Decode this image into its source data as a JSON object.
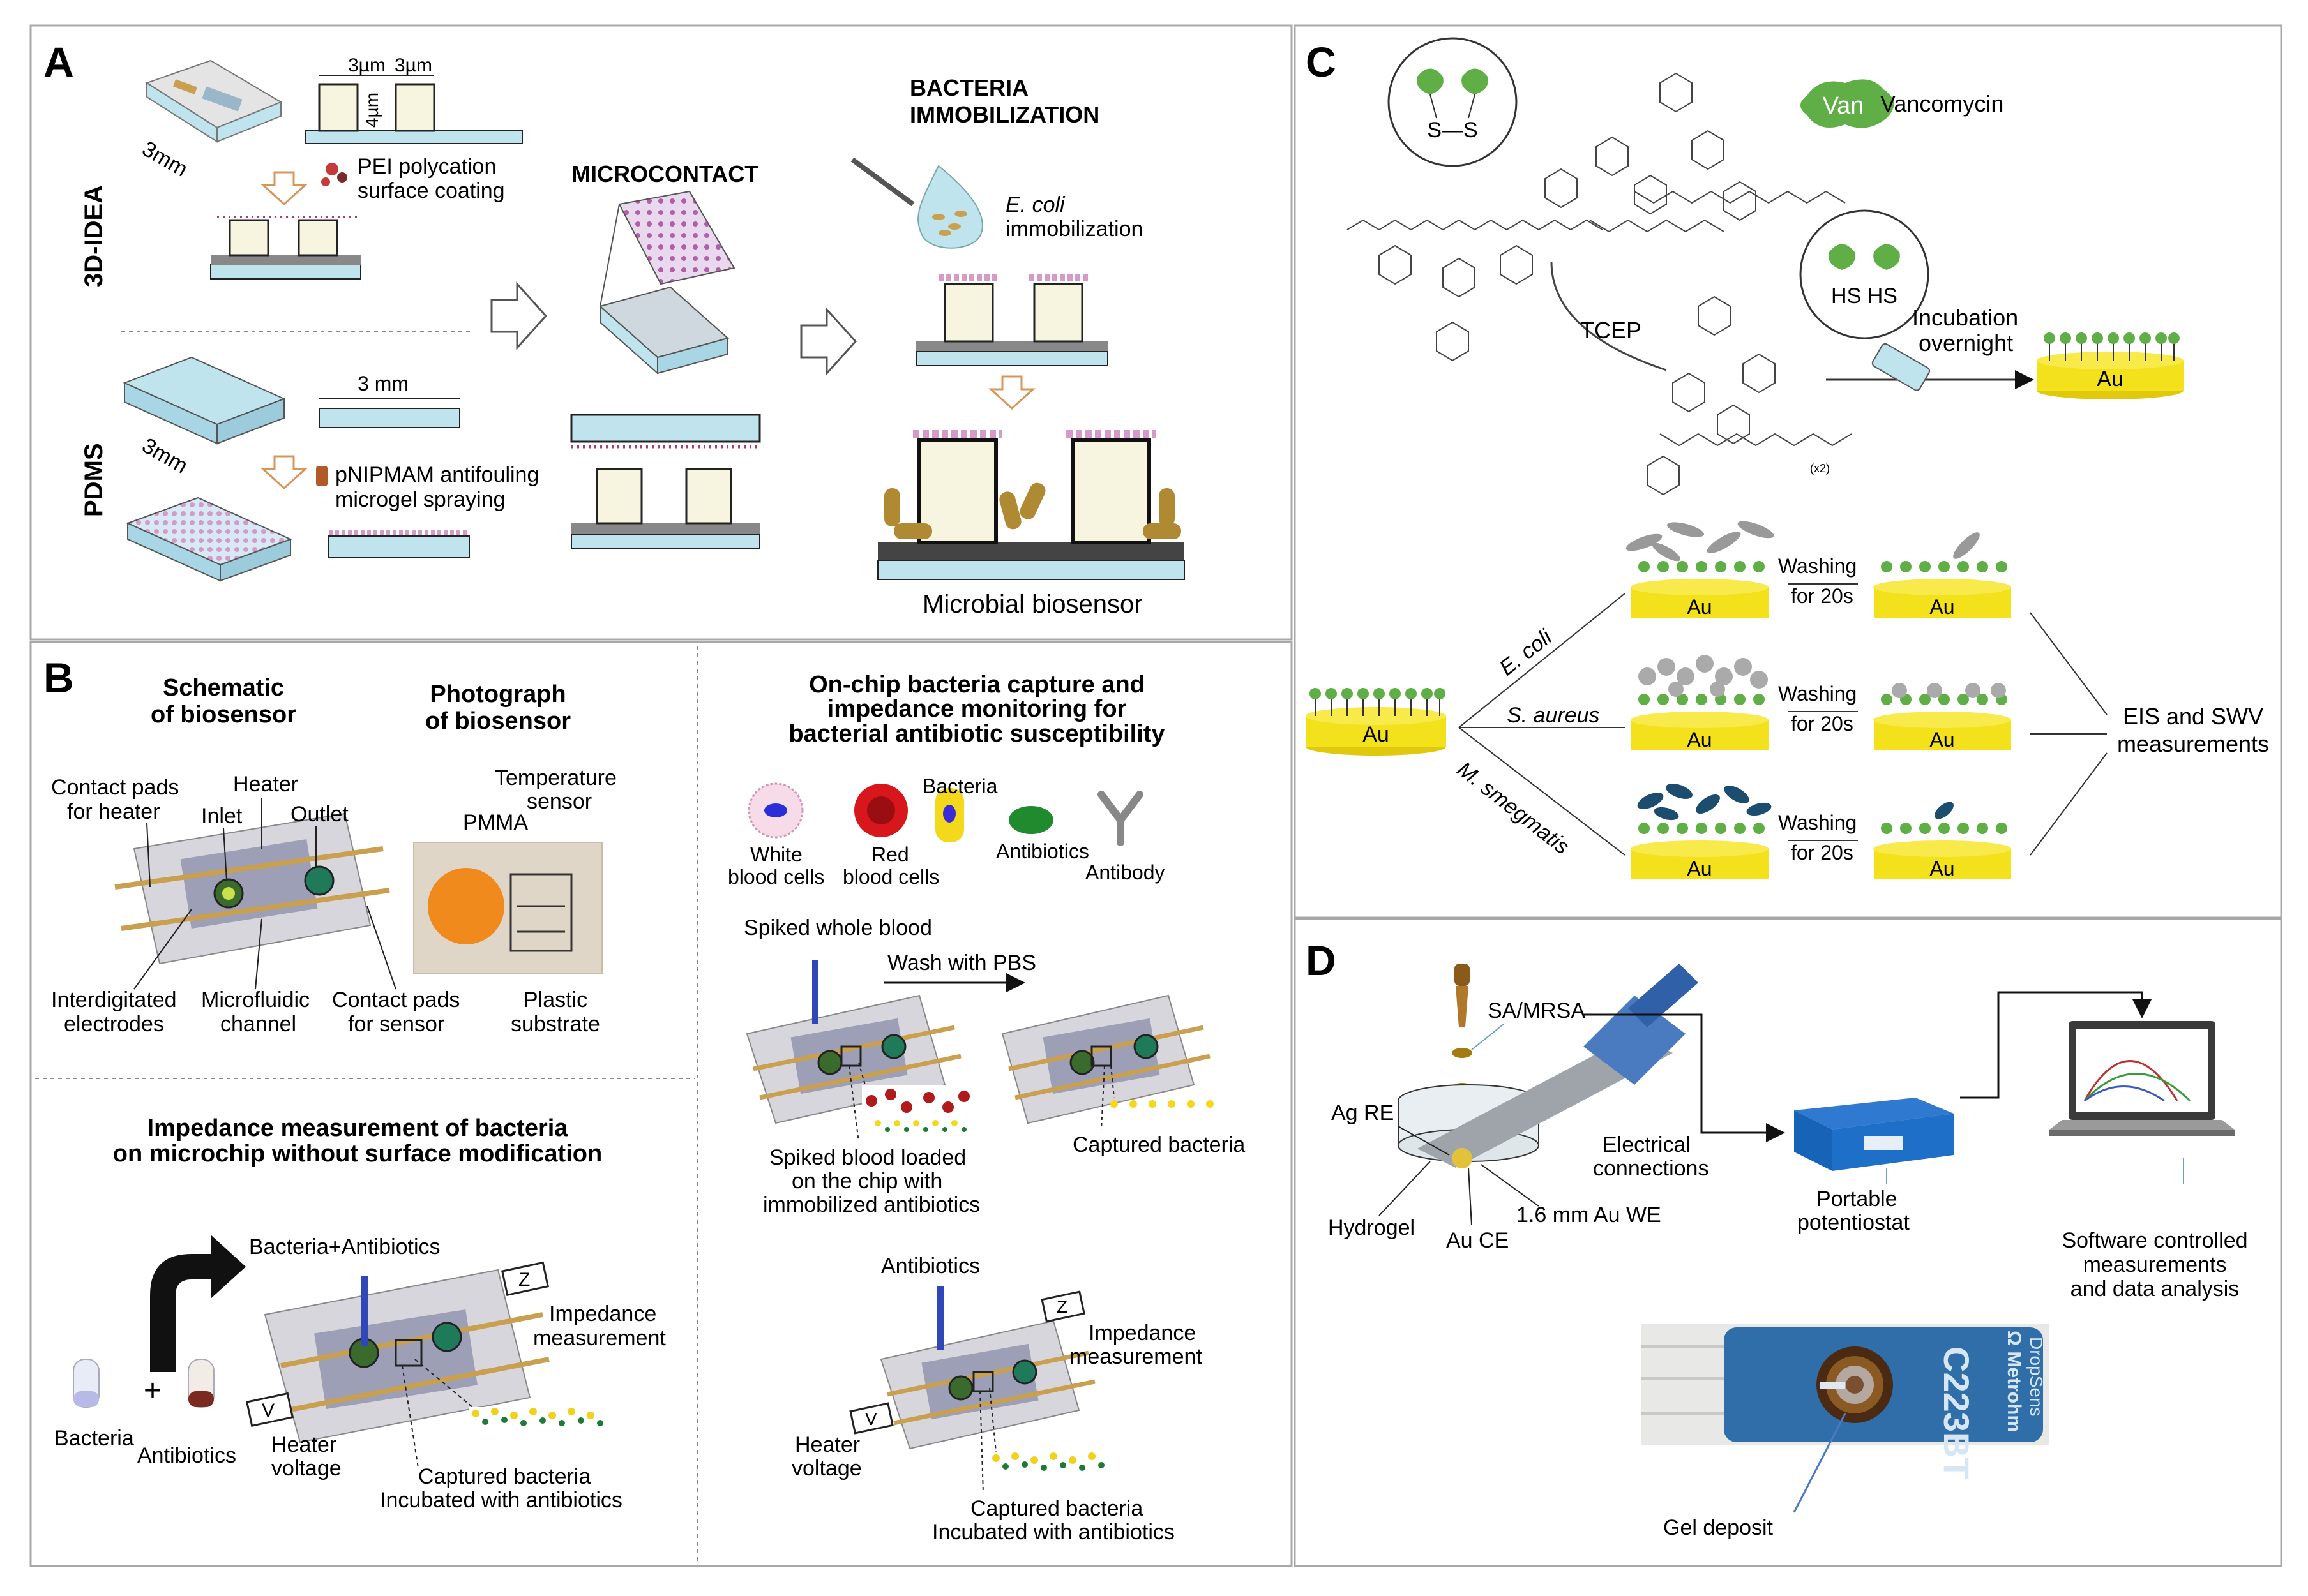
{
  "panel_a": {
    "letter": "A",
    "row_3d": "3D-IDEA",
    "row_pdms": "PDMS",
    "dim_3mm": "3mm",
    "dim_3um_a": "3µm",
    "dim_3um_b": "3µm",
    "dim_4um": "4µm",
    "pei_line1": "PEI polycation",
    "pei_line2": "surface coating",
    "dim_3_mm": "3 mm",
    "pnipmam_line1": "pNIPMAM antifouling",
    "pnipmam_line2": "microgel spraying",
    "microcontact": "MICROCONTACT",
    "bacteria_line1": "BACTERIA",
    "bacteria_line2": "IMMOBILIZATION",
    "ecoli_italic": "E. coli",
    "immobilization": "immobilization",
    "microbial_biosensor": "Microbial biosensor"
  },
  "panel_b": {
    "letter": "B",
    "schematic_line1": "Schematic",
    "schematic_line2": "of biosensor",
    "photo_line1": "Photograph",
    "photo_line2": "of biosensor",
    "contact_heater_1": "Contact pads",
    "contact_heater_2": "for heater",
    "heater": "Heater",
    "inlet": "Inlet",
    "outlet": "Outlet",
    "temp_1": "Temperature",
    "temp_2": "sensor",
    "pmma": "PMMA",
    "ide_1": "Interdigitated",
    "ide_2": "electrodes",
    "mf_1": "Microfluidic",
    "mf_2": "channel",
    "cps_1": "Contact pads",
    "cps_2": "for sensor",
    "plastic_1": "Plastic",
    "plastic_2": "substrate",
    "imp_title_1": "Impedance measurement of bacteria",
    "imp_title_2": "on microchip without surface modification",
    "bact_antibiotics": "Bacteria+Antibiotics",
    "impedance_1": "Impedance",
    "impedance_2": "measurement",
    "bacteria": "Bacteria",
    "antibiotics": "Antibiotics",
    "heater_v_1": "Heater",
    "heater_v_2": "voltage",
    "captured_1": "Captured bacteria",
    "captured_2": "Incubated with antibiotics",
    "onchip_1": "On-chip bacteria capture and",
    "onchip_2": "impedance monitoring for",
    "onchip_3": "bacterial antibiotic susceptibility",
    "legend_wbc_1": "White",
    "legend_wbc_2": "blood cells",
    "legend_rbc_1": "Red",
    "legend_rbc_2": "blood cells",
    "legend_bacteria": "Bacteria",
    "legend_antibiotics": "Antibiotics",
    "legend_antibody": "Antibody",
    "spiked": "Spiked whole blood",
    "wash": "Wash with PBS",
    "spiked_loaded_1": "Spiked blood loaded",
    "spiked_loaded_2": "on the chip with",
    "spiked_loaded_3": "immobilized antibiotics",
    "captured_bacteria": "Captured bacteria",
    "antibiotics_2": "Antibiotics",
    "impedance_3": "Impedance",
    "impedance_4": "measurement",
    "heater_v_3": "Heater",
    "heater_v_4": "voltage",
    "captured_3": "Captured bacteria",
    "captured_4": "Incubated with antibiotics",
    "v_label": "V",
    "z_label": "Z"
  },
  "panel_c": {
    "letter": "C",
    "van": "Van",
    "vancomycin": "Vancomycin",
    "ss": "S—S",
    "hs": "HS  HS",
    "tcep": "TCEP",
    "incub_1": "Incubation",
    "incub_2": "overnight",
    "x2": "(x2)",
    "au": "Au",
    "ecoli": "E. coli",
    "saureus": "S. aureus",
    "msmeg": "M. smegmatis",
    "washing": "Washing",
    "for20s": "for 20s",
    "eis_1": "EIS and SWV",
    "eis_2": "measurements"
  },
  "panel_d": {
    "letter": "D",
    "sa_mrsa": "SA/MRSA",
    "ag_re": "Ag RE",
    "hydrogel": "Hydrogel",
    "au_ce": "Au CE",
    "au_we": "1.6 mm Au WE",
    "elec_1": "Electrical",
    "elec_2": "connections",
    "port_1": "Portable",
    "port_2": "potentiostat",
    "soft_1": "Software controlled",
    "soft_2": "measurements",
    "soft_3": "and data analysis",
    "gel_deposit": "Gel deposit",
    "strip_code": "C223BT",
    "brand_1": "Ω Metrohm",
    "brand_2": "DropSens"
  },
  "colors": {
    "panel_border": "#a8a8a8",
    "light_blue": "#bfe4ee",
    "gold": "#c9a050",
    "yellow_au": "#f3e11c",
    "green_van": "#5fae46",
    "blood_red": "#c0161c",
    "dark_blue": "#1d4d6e",
    "instrument_blue": "#1763b8"
  }
}
